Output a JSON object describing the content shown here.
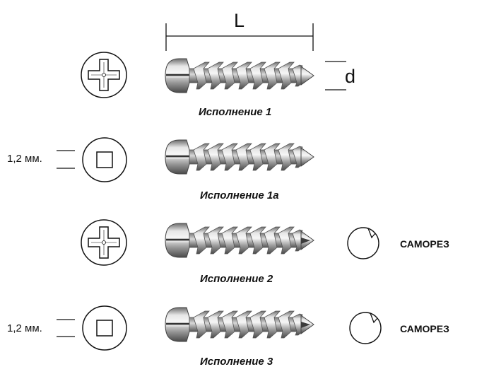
{
  "labels": {
    "length": "L",
    "diameter": "d",
    "slot_size": "1,2 мм.",
    "self_tapping": "САМОРЕЗ"
  },
  "variants": [
    {
      "caption": "Исполнение 1",
      "head": "cross-slot",
      "tip": "pointed",
      "self_tapping": false
    },
    {
      "caption": "Исполнение 1а",
      "head": "square-slot",
      "tip": "pointed",
      "self_tapping": false
    },
    {
      "caption": "Исполнение 2",
      "head": "cross-slot",
      "tip": "fluted",
      "self_tapping": true
    },
    {
      "caption": "Исполнение 3",
      "head": "square-slot",
      "tip": "fluted",
      "self_tapping": true
    }
  ]
}
